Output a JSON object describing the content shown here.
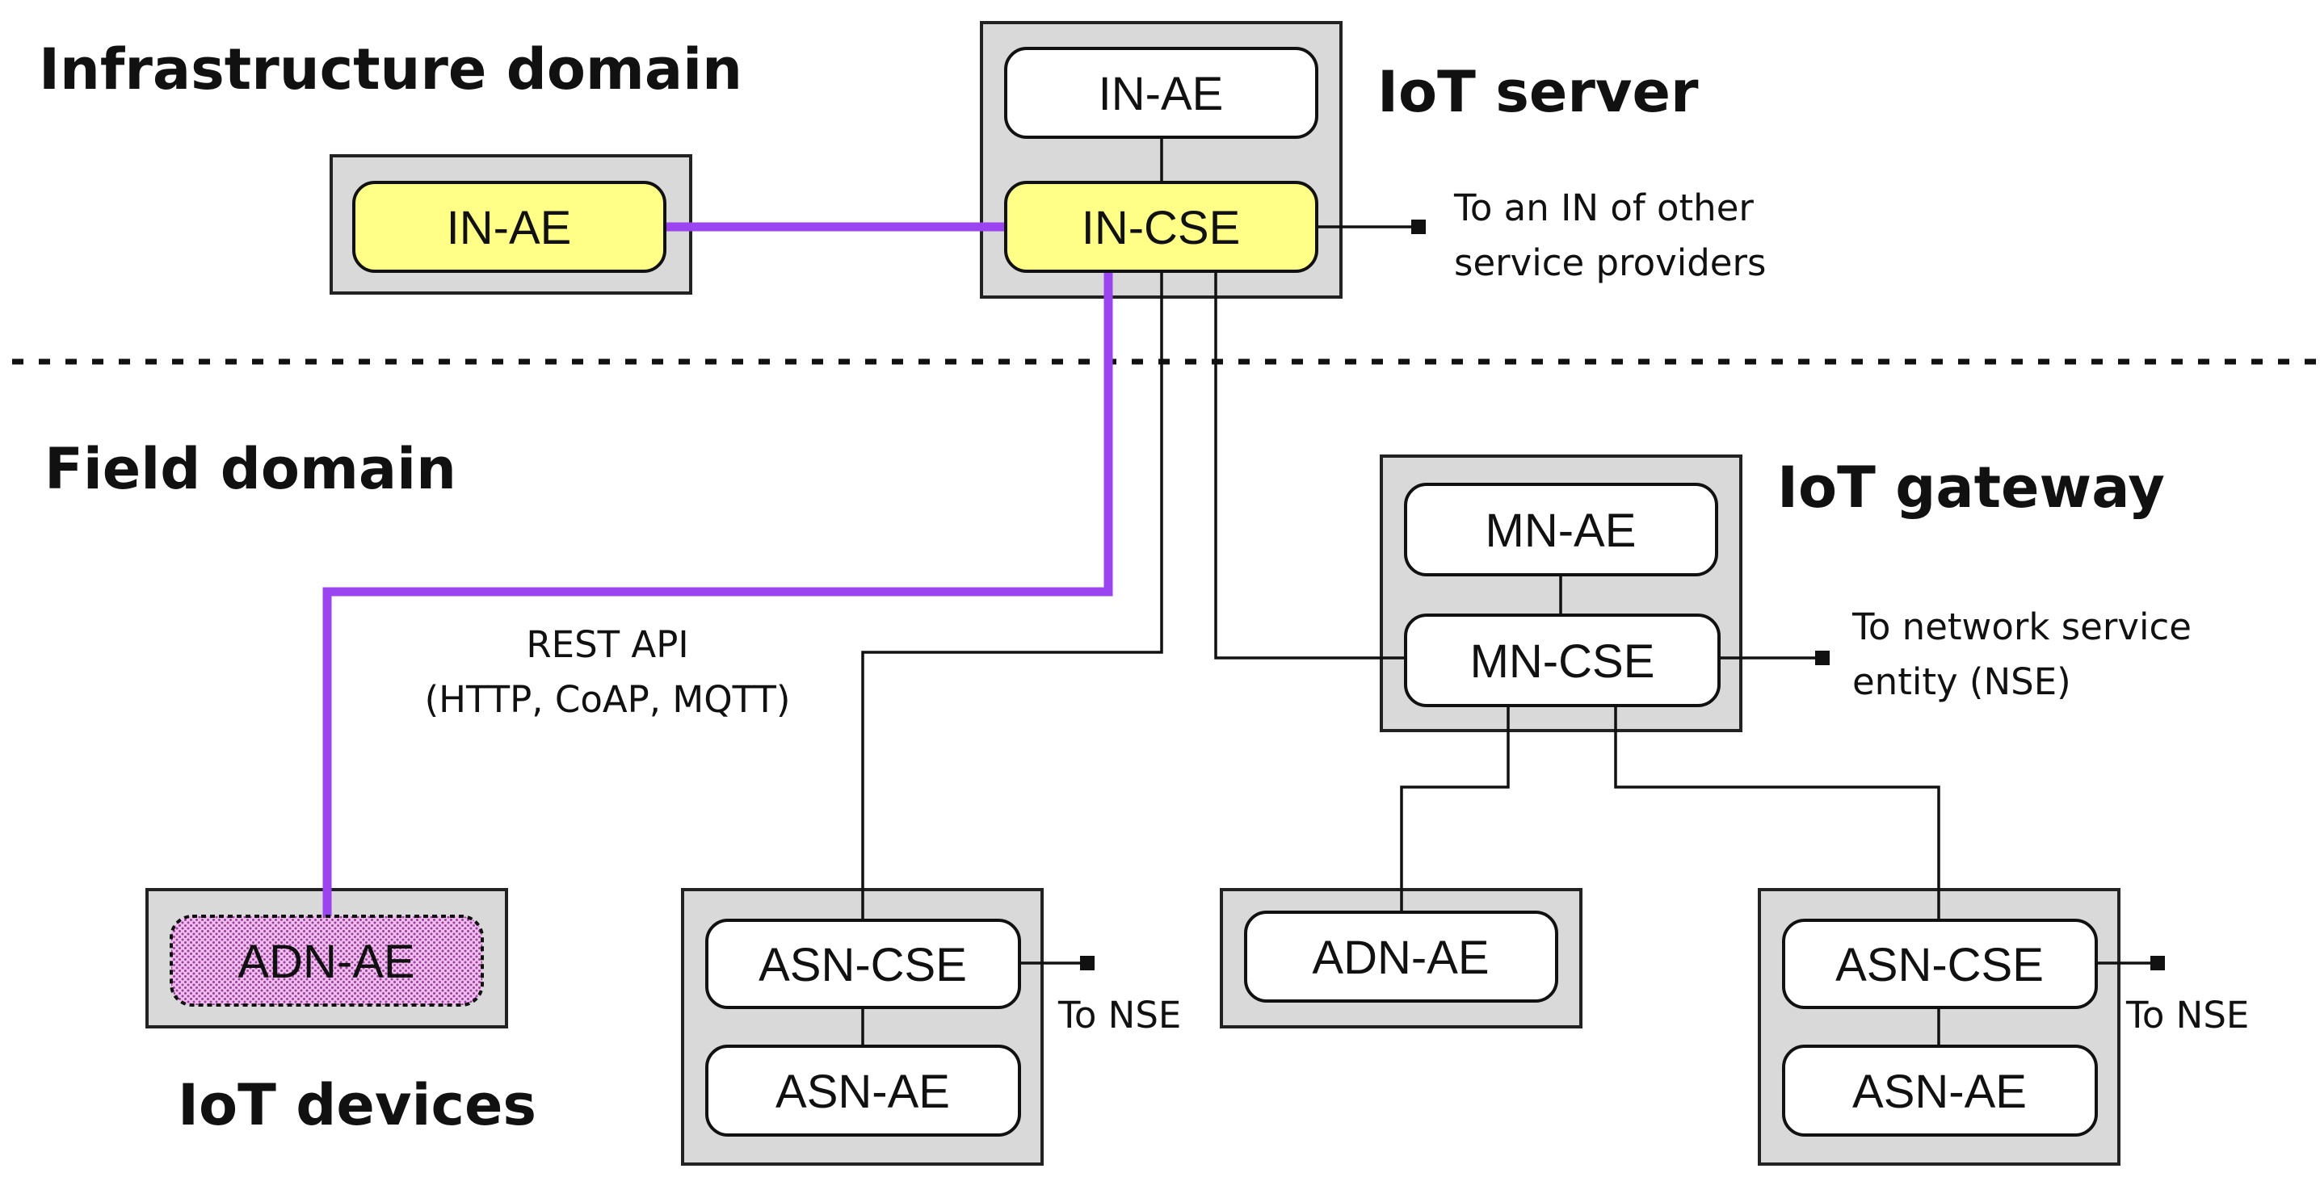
{
  "domains": {
    "infrastructure": "Infrastructure domain",
    "field": "Field domain"
  },
  "groups": {
    "iot_server": "IoT server",
    "iot_gateway": "IoT gateway",
    "iot_devices": "IoT devices"
  },
  "nodes": {
    "server_in_ae": "IN-AE",
    "server_in_cse": "IN-CSE",
    "standalone_in_ae": "IN-AE",
    "mn_ae": "MN-AE",
    "mn_cse": "MN-CSE",
    "device_adn_ae": "ADN-AE",
    "asn1_cse": "ASN-CSE",
    "asn1_ae": "ASN-AE",
    "adn_ae_2": "ADN-AE",
    "asn2_cse": "ASN-CSE",
    "asn2_ae": "ASN-AE"
  },
  "notes": {
    "in_other_1": "To an IN of other",
    "in_other_2": "service providers",
    "nse_1": "To network service",
    "nse_2": "entity (NSE)",
    "to_nse_left": "To NSE",
    "to_nse_right": "To NSE",
    "rest_api_1": "REST API",
    "rest_api_2": "(HTTP, CoAP, MQTT)"
  },
  "colors": {
    "api_link": "#9b45f0",
    "in_highlight": "#ffff88",
    "device_highlight": "#d88ed8",
    "frame_fill": "#d9d9d9"
  }
}
